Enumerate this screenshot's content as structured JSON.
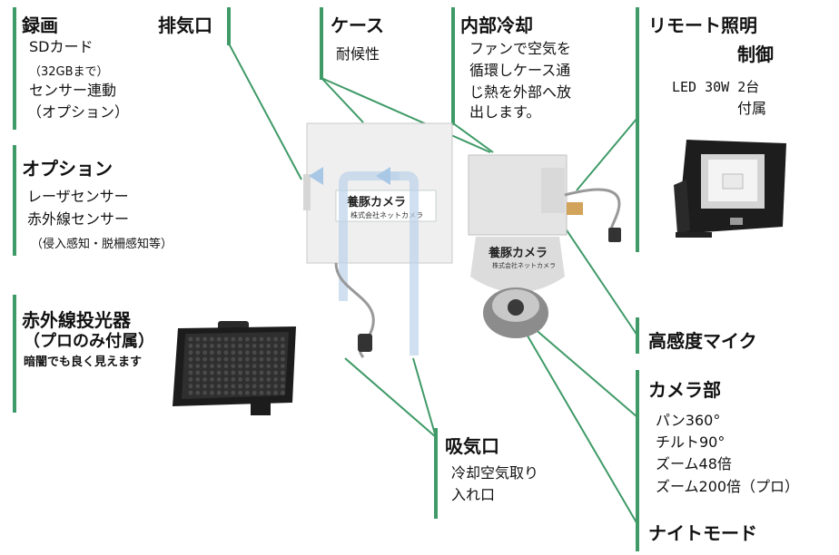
{
  "colors": {
    "accent": "#3f9a67",
    "text": "#111111",
    "device_body": "#e9e9e9"
  },
  "sections": {
    "recording": {
      "title": "録画",
      "line1": "SDカード",
      "line2": "（32GBまで）",
      "line3": "センサー連動",
      "line4": "（オプション）"
    },
    "exhaust": {
      "title": "排気口"
    },
    "options": {
      "title": "オプション",
      "line1": "レーザセンサー",
      "line2": "赤外線センサー",
      "line3": "（侵入感知・脱柵感知等）"
    },
    "ir_light": {
      "title1": "赤外線投光器",
      "title2": "（プロのみ付属）",
      "note": "暗闇でも良く見えます"
    },
    "case": {
      "title": "ケース",
      "line1": "耐候性"
    },
    "cooling": {
      "title": "内部冷却",
      "line1": "ファンで空気を",
      "line2": "循環しケース通",
      "line3": "じ熱を外部へ放",
      "line4": "出します。"
    },
    "remote_light": {
      "title1": "リモート照明",
      "title2": "制御",
      "line1": "LED 30W 2台",
      "line2": "付属"
    },
    "mic": {
      "title": "高感度マイク"
    },
    "camera": {
      "title": "カメラ部",
      "line1": "パン360°",
      "line2": "チルト90°",
      "line3": "ズーム48倍",
      "line4": "ズーム200倍（プロ）"
    },
    "intake": {
      "title": "吸気口",
      "line1": "冷却空気取り",
      "line2": "入れ口"
    },
    "night": {
      "title": "ナイトモード"
    }
  },
  "device_labels": {
    "case_brand": "養豚カメラ",
    "camera_brand": "養豚カメラ",
    "maker": "株式会社ネットカメラ"
  },
  "icons": [
    "ir-floodlight-icon",
    "led-floodlight-icon",
    "enclosure-box-icon",
    "ptz-camera-icon"
  ]
}
